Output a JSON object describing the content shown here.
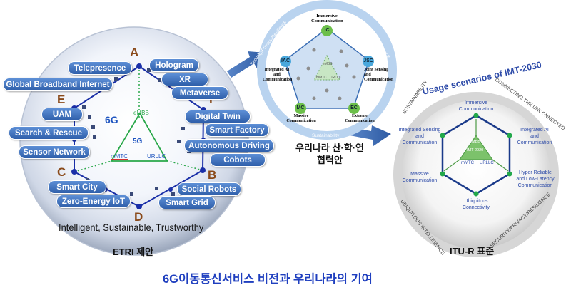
{
  "etri": {
    "letters": {
      "a": "A",
      "b": "B",
      "c": "C",
      "d": "D",
      "e": "E",
      "f": "F"
    },
    "center": {
      "title": "6G",
      "inner": "5G",
      "embb": "eMBB",
      "mmtc": "mMTC",
      "urllc": "URLLC"
    },
    "pills": {
      "telepresence": "Telepresence",
      "hologram": "Hologram",
      "xr": "XR",
      "metaverse": "Metaverse",
      "global_broadband": "Global Broadband Internet",
      "uam": "UAM",
      "search_rescue": "Search &  Rescue",
      "sensor_network": "Sensor Network",
      "digital_twin": "Digital Twin",
      "smart_factory": "Smart Factory",
      "autonomous_driving": "Autonomous Driving",
      "cobots": "Cobots",
      "smart_city": "Smart City",
      "zero_energy_iot": "Zero-Energy IoT",
      "social_robots": "Social Robots",
      "smart_grid": "Smart Grid"
    },
    "tagline": "Intelligent, Sustainable, Trustworthy",
    "caption": "ETRI 제안"
  },
  "korea": {
    "nodes": {
      "ic": {
        "abbr": "IC",
        "label": "Immersive Communication"
      },
      "jsc": {
        "abbr": "JSC",
        "label": "Joint Sensing and Communication"
      },
      "ec": {
        "abbr": "EC",
        "label": "Extreme Communication"
      },
      "mc": {
        "abbr": "MC",
        "label": "Massive Communication"
      },
      "iac": {
        "abbr": "IAC",
        "label": "Integrated AI and Communication"
      }
    },
    "ring": {
      "top_right": "Ubiquitous Intelligence",
      "top_left": "Security/Privacy/Resilience",
      "bottom": "Sustainability"
    },
    "center": {
      "embb": "eMBB",
      "mmtc": "mMTC",
      "urllc": "URLLC"
    },
    "caption": "우리나라 산·학·연\n협력안"
  },
  "itu": {
    "title": "Usage scenarios of IMT-2030",
    "ring": {
      "top_left": "SUSTAINABILITY",
      "top_right": "CONNECTING THE UNCONNECTED",
      "bottom_left": "UBIQUITOUS INTELLIGENCE",
      "bottom_right": "SECURITY/PRIVACY/RESILIENCE"
    },
    "nodes": {
      "immersive": "Immersive\nCommunication",
      "ai": "Integrated AI\nand\nCommunication",
      "hrllc": "Hyper Reliable\nand Low-Latency\nCommunication",
      "ubiquitous": "Ubiquitous\nConnectivity",
      "massive": "Massive\nCommunication",
      "sensing": "Integrated Sensing\nand\nCommunication"
    },
    "center": {
      "embb": "eMBB",
      "imt": "IMT-2020",
      "mmtc": "mMTC",
      "urllc": "URLLC"
    },
    "caption": "ITU-R 표준"
  },
  "footer": "6G이동통신서비스 비전과 우리나라의 기여",
  "colors": {
    "accent": "#1f3fbf",
    "node_blue": "#1a2fa8",
    "green": "#2aa84a",
    "ring_blue": "#a9c8e8"
  }
}
